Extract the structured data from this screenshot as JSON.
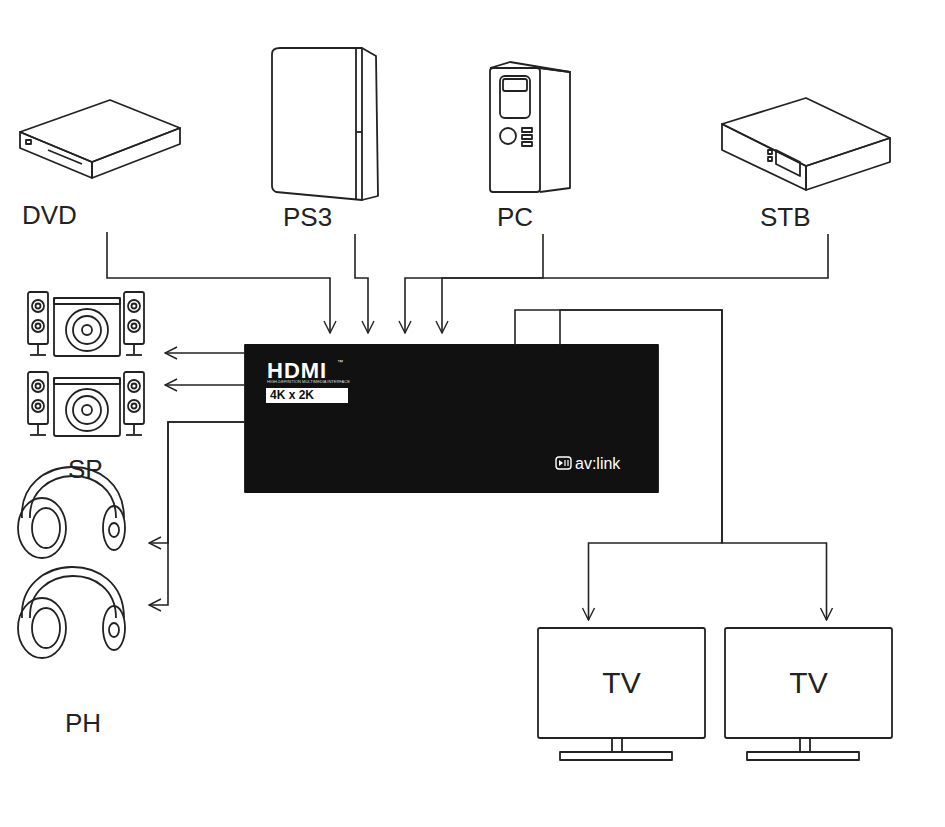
{
  "diagram": {
    "nodes": [
      {
        "text": [
          "DVD"
        ]
      },
      {
        "text": [
          "PS3"
        ]
      },
      {
        "text": [
          "PC"
        ]
      },
      {
        "text": [
          "STB"
        ]
      },
      {
        "text": [
          "HDMI",
          "™",
          "HIGH-DEFINITION MULTIMEDIA INTERFACE",
          "4K x 2K",
          "av:link"
        ]
      },
      {
        "text": [
          "SP"
        ]
      },
      {
        "text": [
          "PH"
        ]
      },
      {
        "text": [
          "TV"
        ]
      },
      {
        "text": [
          "TV"
        ]
      }
    ],
    "edges": [
      {
        "from": 0,
        "to": 4,
        "arrow": "to"
      },
      {
        "from": 1,
        "to": 4,
        "arrow": "to"
      },
      {
        "from": 2,
        "to": 4,
        "arrow": "to"
      },
      {
        "from": 3,
        "to": 4,
        "arrow": "to"
      },
      {
        "from": 4,
        "to": 5,
        "arrow": "to"
      },
      {
        "from": 4,
        "to": 5,
        "arrow": "to"
      },
      {
        "from": 4,
        "to": 6,
        "arrow": "to"
      },
      {
        "from": 4,
        "to": 6,
        "arrow": "to"
      },
      {
        "from": 4,
        "to": 7,
        "arrow": "to"
      },
      {
        "from": 4,
        "to": 8,
        "arrow": "to"
      }
    ]
  }
}
